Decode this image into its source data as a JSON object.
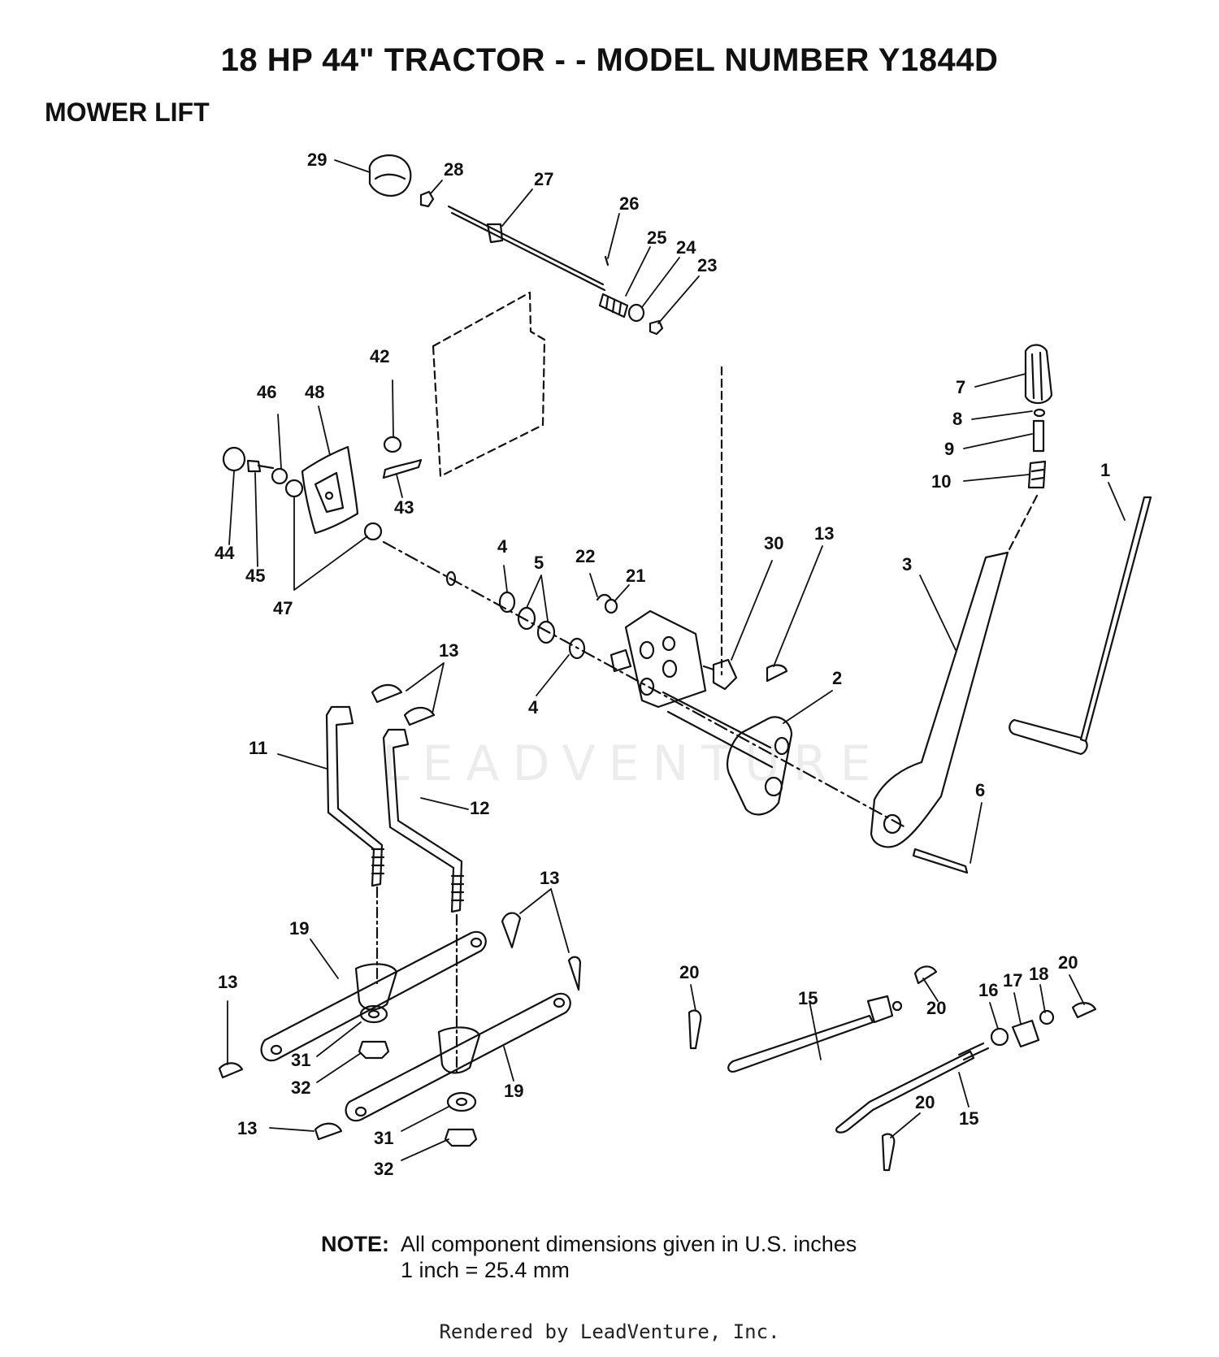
{
  "header": {
    "title": "18 HP 44\" TRACTOR - - MODEL NUMBER Y1844D"
  },
  "section": {
    "name": "MOWER LIFT"
  },
  "watermark": {
    "text": "LEADVENTURE"
  },
  "callouts": [
    {
      "id": "c29",
      "label": "29"
    },
    {
      "id": "c28",
      "label": "28"
    },
    {
      "id": "c27",
      "label": "27"
    },
    {
      "id": "c26",
      "label": "26"
    },
    {
      "id": "c25",
      "label": "25"
    },
    {
      "id": "c24",
      "label": "24"
    },
    {
      "id": "c23",
      "label": "23"
    },
    {
      "id": "c42",
      "label": "42"
    },
    {
      "id": "c46",
      "label": "46"
    },
    {
      "id": "c48",
      "label": "48"
    },
    {
      "id": "c43",
      "label": "43"
    },
    {
      "id": "c44",
      "label": "44"
    },
    {
      "id": "c45",
      "label": "45"
    },
    {
      "id": "c47",
      "label": "47"
    },
    {
      "id": "c7",
      "label": "7"
    },
    {
      "id": "c8",
      "label": "8"
    },
    {
      "id": "c9",
      "label": "9"
    },
    {
      "id": "c10",
      "label": "10"
    },
    {
      "id": "c1",
      "label": "1"
    },
    {
      "id": "c4a",
      "label": "4"
    },
    {
      "id": "c5",
      "label": "5"
    },
    {
      "id": "c22",
      "label": "22"
    },
    {
      "id": "c21",
      "label": "21"
    },
    {
      "id": "c30",
      "label": "30"
    },
    {
      "id": "c13a",
      "label": "13"
    },
    {
      "id": "c3",
      "label": "3"
    },
    {
      "id": "c13b",
      "label": "13"
    },
    {
      "id": "c4b",
      "label": "4"
    },
    {
      "id": "c2",
      "label": "2"
    },
    {
      "id": "c11",
      "label": "11"
    },
    {
      "id": "c12",
      "label": "12"
    },
    {
      "id": "c6",
      "label": "6"
    },
    {
      "id": "c13c",
      "label": "13"
    },
    {
      "id": "c19a",
      "label": "19"
    },
    {
      "id": "c13d",
      "label": "13"
    },
    {
      "id": "c31a",
      "label": "31"
    },
    {
      "id": "c32a",
      "label": "32"
    },
    {
      "id": "c19b",
      "label": "19"
    },
    {
      "id": "c13e",
      "label": "13"
    },
    {
      "id": "c31b",
      "label": "31"
    },
    {
      "id": "c32b",
      "label": "32"
    },
    {
      "id": "c20a",
      "label": "20"
    },
    {
      "id": "c15a",
      "label": "15"
    },
    {
      "id": "c20b",
      "label": "20"
    },
    {
      "id": "c16",
      "label": "16"
    },
    {
      "id": "c17",
      "label": "17"
    },
    {
      "id": "c18",
      "label": "18"
    },
    {
      "id": "c20c",
      "label": "20"
    },
    {
      "id": "c20d",
      "label": "20"
    },
    {
      "id": "c15b",
      "label": "15"
    }
  ],
  "note": {
    "label": "NOTE:",
    "line1": "All component dimensions given in U.S. inches",
    "line2": "1 inch = 25.4 mm"
  },
  "footer": {
    "text": "Rendered by LeadVenture, Inc."
  }
}
